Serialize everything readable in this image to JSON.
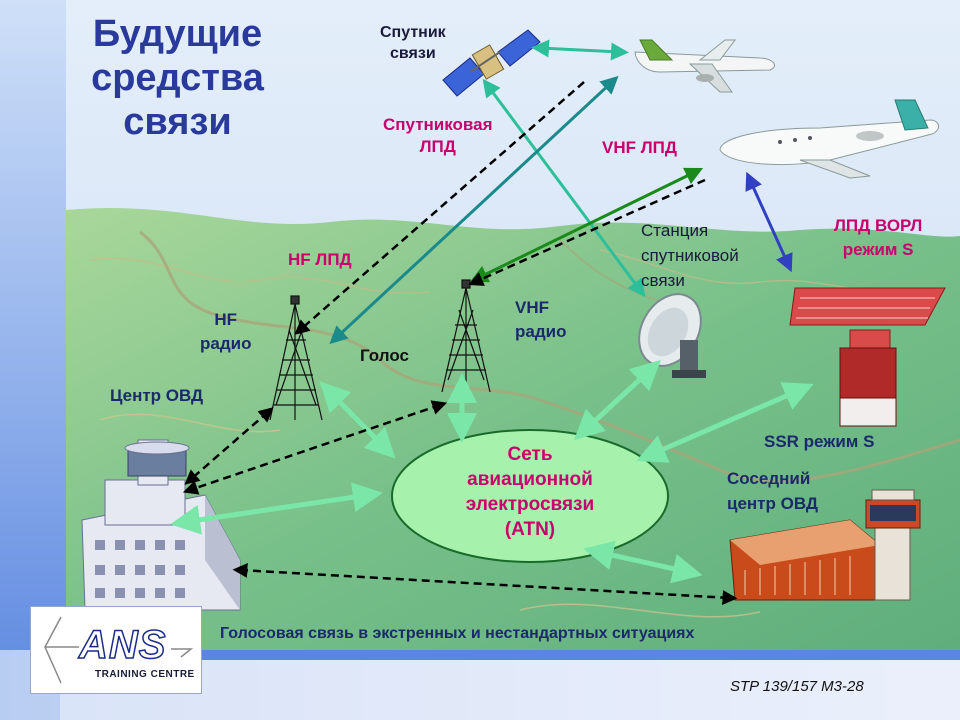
{
  "title": {
    "line1": "Будущие",
    "line2": "средства",
    "line3": "связи"
  },
  "labels": {
    "satellite": {
      "line1": "Спутник",
      "line2": "связи"
    },
    "sat_datalink": {
      "line1": "Спутниковая",
      "line2": "ЛПД"
    },
    "vhf_datalink": "VHF ЛПД",
    "hf_datalink": "HF ЛПД",
    "ground_station": {
      "line1": "Станция",
      "line2": "спутниковой",
      "line3": "связи"
    },
    "ssr_datalink": {
      "line1": "ЛПД ВОРЛ",
      "line2": "режим S"
    },
    "hf_radio": {
      "line1": "HF",
      "line2": "радио"
    },
    "vhf_radio": {
      "line1": "VHF",
      "line2": "радио"
    },
    "voice": "Голос",
    "atc_center": "Центр ОВД",
    "atn": {
      "line1": "Сеть",
      "line2": "авиационной",
      "line3": "электросвязи",
      "line4": "(ATN)"
    },
    "ssr_mode_s": "SSR режим S",
    "neighbor_center": {
      "line1": "Соседний",
      "line2": "центр ОВД"
    },
    "emergency_voice": "Голосовая связь в экстренных и  нестандартных ситуациях"
  },
  "logo": {
    "name": "ANS",
    "subtitle": "TRAINING CENTRE"
  },
  "footer": {
    "ref": "STP 139/157    M3-28"
  },
  "colors": {
    "title": "#2a3a9c",
    "magenta_label": "#c8006e",
    "sky": "#cfe0f5",
    "land": "#7fc08a",
    "atn_ellipse": "#a6f2ad",
    "arrow_green": "#7ae6a8",
    "arrow_teal": "#1a8a8a",
    "arrow_blue": "#3040c0",
    "arrow_dark_green": "#1a8a1a",
    "arrow_dashed": "#000000"
  }
}
